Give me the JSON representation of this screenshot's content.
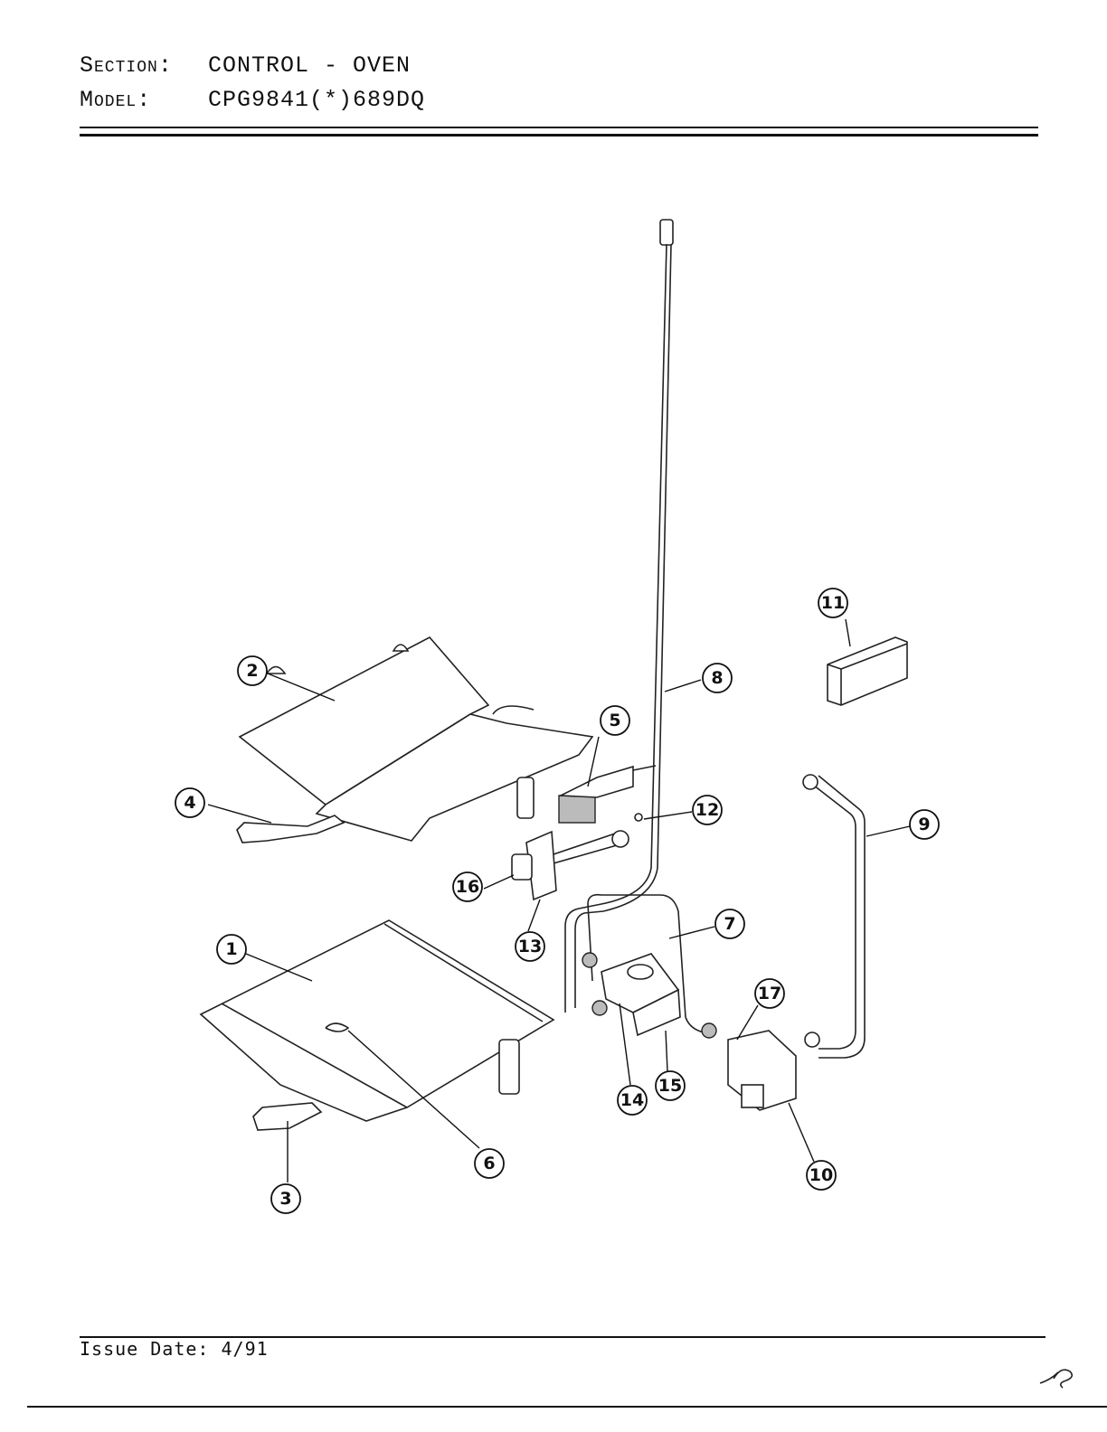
{
  "header": {
    "section_key": "Section:",
    "section_value": "CONTROL - OVEN",
    "model_key": "Model:",
    "model_value": "CPG9841(*)689DQ"
  },
  "footer": {
    "issue_date": "Issue Date: 4/91"
  },
  "callouts": [
    {
      "id": "1",
      "label": "1"
    },
    {
      "id": "2",
      "label": "2"
    },
    {
      "id": "3",
      "label": "3"
    },
    {
      "id": "4",
      "label": "4"
    },
    {
      "id": "5",
      "label": "5"
    },
    {
      "id": "6",
      "label": "6"
    },
    {
      "id": "7",
      "label": "7"
    },
    {
      "id": "8",
      "label": "8"
    },
    {
      "id": "9",
      "label": "9"
    },
    {
      "id": "10",
      "label": "10"
    },
    {
      "id": "11",
      "label": "11"
    },
    {
      "id": "12",
      "label": "12"
    },
    {
      "id": "13",
      "label": "13"
    },
    {
      "id": "14",
      "label": "14"
    },
    {
      "id": "15",
      "label": "15"
    },
    {
      "id": "16",
      "label": "16"
    },
    {
      "id": "17",
      "label": "17"
    }
  ]
}
